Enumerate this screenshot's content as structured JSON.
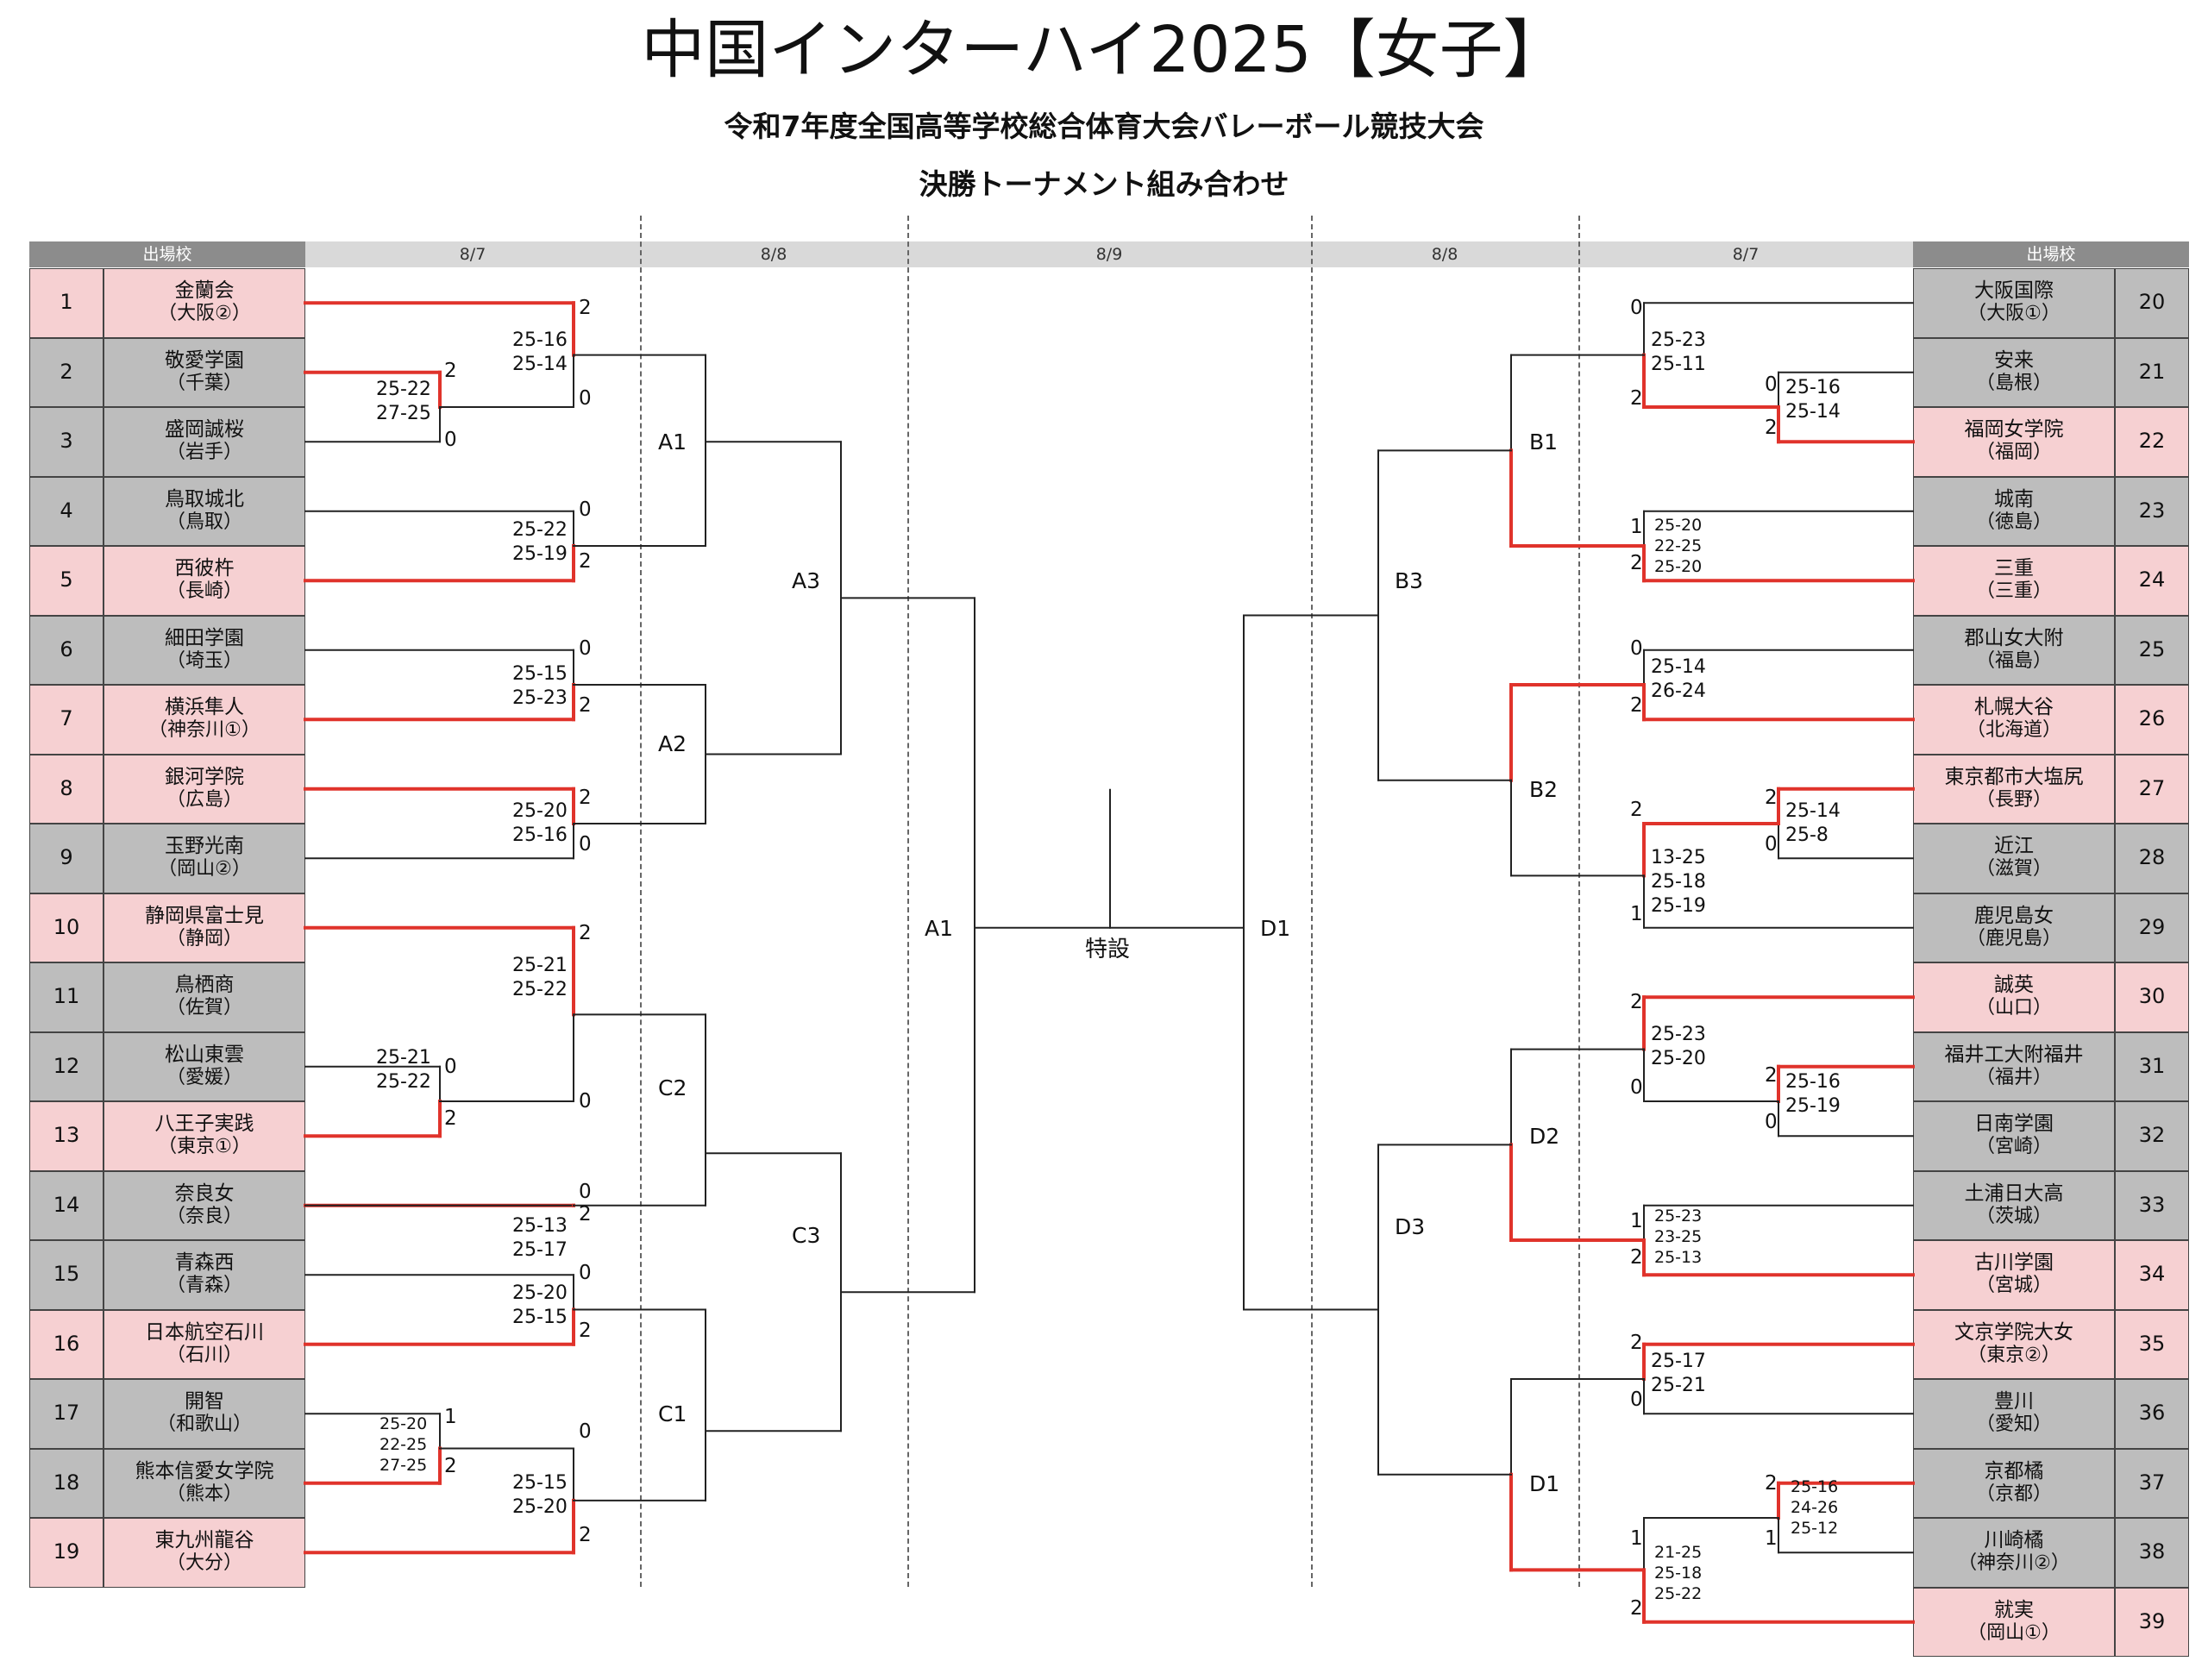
{
  "title": "中国インターハイ2025【女子】",
  "subtitle1": "令和7年度全国高等学校総合体育大会バレーボール競技大会",
  "subtitle2": "決勝トーナメント組み合わせ",
  "headers": {
    "left_team": "出場校",
    "d87a": "8/7",
    "d88a": "8/8",
    "d89": "8/9",
    "d88b": "8/8",
    "d87b": "8/7",
    "right_team": "出場校"
  },
  "left_teams": [
    {
      "seed": "1",
      "name": "金蘭会",
      "pref": "（大阪②）",
      "winner": true
    },
    {
      "seed": "2",
      "name": "敬愛学園",
      "pref": "（千葉）",
      "winner": false
    },
    {
      "seed": "3",
      "name": "盛岡誠桜",
      "pref": "（岩手）",
      "winner": false
    },
    {
      "seed": "4",
      "name": "鳥取城北",
      "pref": "（鳥取）",
      "winner": false
    },
    {
      "seed": "5",
      "name": "西彼杵",
      "pref": "（長崎）",
      "winner": true
    },
    {
      "seed": "6",
      "name": "細田学園",
      "pref": "（埼玉）",
      "winner": false
    },
    {
      "seed": "7",
      "name": "横浜隼人",
      "pref": "（神奈川①）",
      "winner": true
    },
    {
      "seed": "8",
      "name": "銀河学院",
      "pref": "（広島）",
      "winner": true
    },
    {
      "seed": "9",
      "name": "玉野光南",
      "pref": "（岡山②）",
      "winner": false
    },
    {
      "seed": "10",
      "name": "静岡県富士見",
      "pref": "（静岡）",
      "winner": true
    },
    {
      "seed": "11",
      "name": "鳥栖商",
      "pref": "（佐賀）",
      "winner": false
    },
    {
      "seed": "12",
      "name": "松山東雲",
      "pref": "（愛媛）",
      "winner": false
    },
    {
      "seed": "13",
      "name": "八王子実践",
      "pref": "（東京①）",
      "winner": true
    },
    {
      "seed": "14",
      "name": "奈良女",
      "pref": "（奈良）",
      "winner": false
    },
    {
      "seed": "15",
      "name": "青森西",
      "pref": "（青森）",
      "winner": false
    },
    {
      "seed": "16",
      "name": "日本航空石川",
      "pref": "（石川）",
      "winner": true
    },
    {
      "seed": "17",
      "name": "開智",
      "pref": "（和歌山）",
      "winner": false
    },
    {
      "seed": "18",
      "name": "熊本信愛女学院",
      "pref": "（熊本）",
      "winner": false
    },
    {
      "seed": "19",
      "name": "東九州龍谷",
      "pref": "（大分）",
      "winner": true
    }
  ],
  "right_teams": [
    {
      "seed": "20",
      "name": "大阪国際",
      "pref": "（大阪①）",
      "winner": false
    },
    {
      "seed": "21",
      "name": "安来",
      "pref": "（島根）",
      "winner": false
    },
    {
      "seed": "22",
      "name": "福岡女学院",
      "pref": "（福岡）",
      "winner": true
    },
    {
      "seed": "23",
      "name": "城南",
      "pref": "（徳島）",
      "winner": false
    },
    {
      "seed": "24",
      "name": "三重",
      "pref": "（三重）",
      "winner": true
    },
    {
      "seed": "25",
      "name": "郡山女大附",
      "pref": "（福島）",
      "winner": false
    },
    {
      "seed": "26",
      "name": "札幌大谷",
      "pref": "（北海道）",
      "winner": true
    },
    {
      "seed": "27",
      "name": "東京都市大塩尻",
      "pref": "（長野）",
      "winner": true
    },
    {
      "seed": "28",
      "name": "近江",
      "pref": "（滋賀）",
      "winner": false
    },
    {
      "seed": "29",
      "name": "鹿児島女",
      "pref": "（鹿児島）",
      "winner": false
    },
    {
      "seed": "30",
      "name": "誠英",
      "pref": "（山口）",
      "winner": true
    },
    {
      "seed": "31",
      "name": "福井工大附福井",
      "pref": "（福井）",
      "winner": false
    },
    {
      "seed": "32",
      "name": "日南学園",
      "pref": "（宮崎）",
      "winner": false
    },
    {
      "seed": "33",
      "name": "土浦日大高",
      "pref": "（茨城）",
      "winner": false
    },
    {
      "seed": "34",
      "name": "古川学園",
      "pref": "（宮城）",
      "winner": true
    },
    {
      "seed": "35",
      "name": "文京学院大女",
      "pref": "（東京②）",
      "winner": true
    },
    {
      "seed": "36",
      "name": "豊川",
      "pref": "（愛知）",
      "winner": false
    },
    {
      "seed": "37",
      "name": "京都橘",
      "pref": "（京都）",
      "winner": false
    },
    {
      "seed": "38",
      "name": "川崎橘",
      "pref": "（神奈川②）",
      "winner": false
    },
    {
      "seed": "39",
      "name": "就実",
      "pref": "（岡山①）",
      "winner": true
    }
  ],
  "labels": {
    "A1": "A1",
    "A2": "A2",
    "A3": "A3",
    "C1": "C1",
    "C2": "C2",
    "C3": "C3",
    "B1": "B1",
    "B2": "B2",
    "B3": "B3",
    "D1": "D1",
    "D2": "D2",
    "D3": "D3",
    "final_left": "A1",
    "final_right": "D1",
    "venue": "特設"
  },
  "scores": {
    "l23_s": "25-22\n27-25",
    "l23_a": "2",
    "l23_b": "0",
    "l1_s": "25-16\n25-14",
    "l1_a": "2",
    "l1_b": "0",
    "l45_s": "25-22\n25-19",
    "l45_a": "0",
    "l45_b": "2",
    "l67_s": "25-15\n25-23",
    "l67_a": "0",
    "l67_b": "2",
    "l89_s": "25-20\n25-16",
    "l89_a": "2",
    "l89_b": "0",
    "l1112_s": "25-21\n25-22",
    "l1112_a": "0",
    "l1112_b": "2",
    "l10_s": "25-21\n25-22",
    "l10_a": "2",
    "l10_b": "0",
    "l1314_s": "25-13\n25-17",
    "l1314_a": "2",
    "l1314_b": "0",
    "l1516_s": "25-20\n25-15",
    "l1516_a": "0",
    "l1516_b": "2",
    "l1718_s": "25-20\n22-25\n27-25",
    "l1718_a": "1",
    "l1718_b": "2",
    "l19_s": "25-15\n25-20",
    "l19_a": "0",
    "l19_b": "2",
    "r2122_s": "25-16\n25-14",
    "r2122_a": "0",
    "r2122_b": "2",
    "r20_s": "25-23\n25-11",
    "r20_a": "0",
    "r20_b": "2",
    "r2324_s": "25-20\n22-25\n25-20",
    "r2324_a": "1",
    "r2324_b": "2",
    "r2526_s": "25-14\n26-24",
    "r2526_a": "0",
    "r2526_b": "2",
    "r2728_s": "25-14\n25-8",
    "r2728_a": "2",
    "r2728_b": "0",
    "r29_s": "13-25\n25-18\n25-19",
    "r29_a": "2",
    "r29_b": "1",
    "r3132_s": "25-16\n25-19",
    "r3132_a": "2",
    "r3132_b": "0",
    "r30_s": "25-23\n25-20",
    "r30_a": "2",
    "r30_b": "0",
    "r3334_s": "25-23\n23-25\n25-13",
    "r3334_a": "1",
    "r3334_b": "2",
    "r3536_s": "25-17\n25-21",
    "r3536_a": "2",
    "r3536_b": "0",
    "r3738_s": "25-16\n24-26\n25-12",
    "r3738_a": "2",
    "r3738_b": "1",
    "r39_s": "21-25\n25-18\n25-22",
    "r39_a": "1",
    "r39_b": "2"
  },
  "colors": {
    "winner_line": "#e0332b",
    "line": "#222222",
    "pink": "#f6d0d2",
    "grey": "#bdbdbd"
  }
}
